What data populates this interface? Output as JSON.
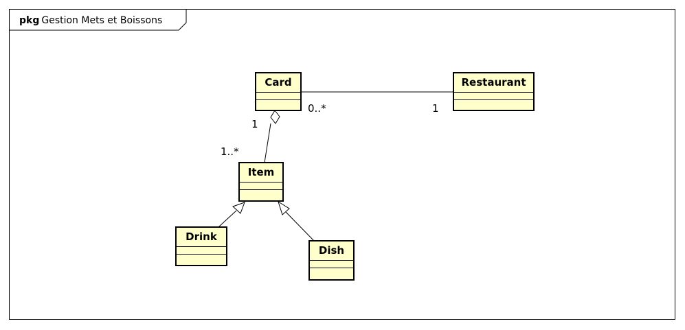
{
  "package": {
    "keyword": "pkg",
    "name": "Gestion Mets et Boissons"
  },
  "classes": {
    "card": "Card",
    "restaurant": "Restaurant",
    "item": "Item",
    "drink": "Drink",
    "dish": "Dish"
  },
  "associations": {
    "card_restaurant": {
      "card_end": "0..*",
      "restaurant_end": "1"
    },
    "card_item": {
      "card_end": "1",
      "item_end": "1..*",
      "kind": "aggregation"
    }
  },
  "generalizations": [
    {
      "child": "Drink",
      "parent": "Item"
    },
    {
      "child": "Dish",
      "parent": "Item"
    }
  ],
  "colors": {
    "class_fill": "#ffffcc",
    "line": "#000000"
  }
}
